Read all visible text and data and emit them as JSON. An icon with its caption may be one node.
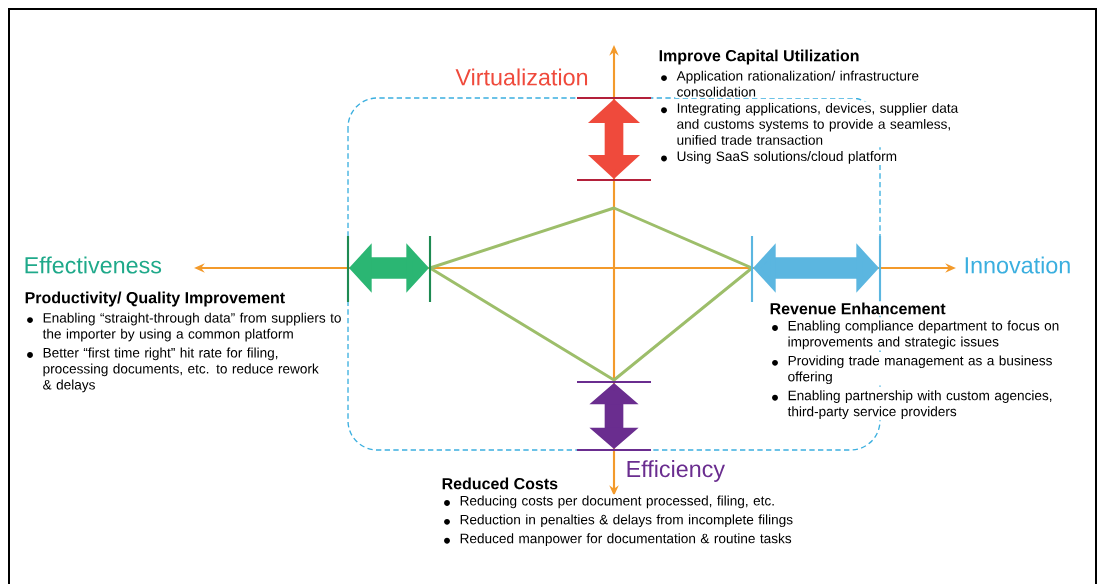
{
  "diagram": {
    "labels": [
      "Improve Capital Utilization",
      "Virtualization",
      "Application rationalization/ infrastructure consolidation",
      "Integrating applications, devices, supplier data and customs systems to provide a seamless, unified trade transaction",
      "Using SaaS solutions/cloud platform",
      "Effectiveness",
      "Innovation",
      "Productivity/ Quality Improvement",
      "Enabling “straight-through data” from suppliers to the importer by using a common platform",
      "Better “first time right” hit rate for filing, processing documents, etc. to reduce rework & delays",
      "Revenue Enhancement",
      "Enabling compliance department to focus on improvements and strategic issues",
      "Providing trade management as a business offering",
      "Enabling partnership with custom agencies, third-party service providers",
      "Efficiency",
      "Reduced Costs",
      "Reducing costs per document processed, filing, etc.",
      "Reduction in penalties & delays from incomplete filings",
      "Reduced manpower for documentation & routine tasks"
    ]
  }
}
